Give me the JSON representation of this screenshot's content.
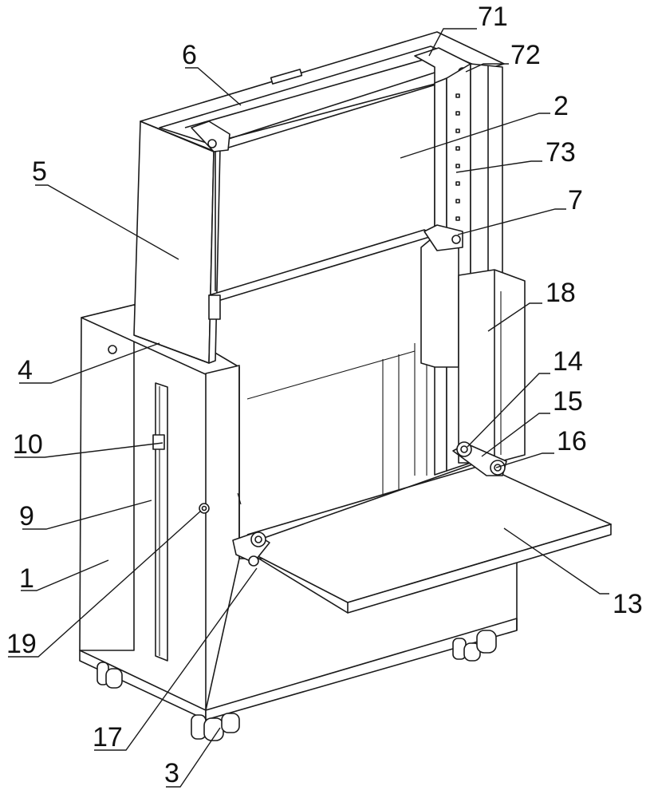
{
  "callouts": [
    {
      "id": "c71",
      "text": "71"
    },
    {
      "id": "c72",
      "text": "72"
    },
    {
      "id": "c6",
      "text": "6"
    },
    {
      "id": "c2",
      "text": "2"
    },
    {
      "id": "c73",
      "text": "73"
    },
    {
      "id": "c5",
      "text": "5"
    },
    {
      "id": "c7",
      "text": "7"
    },
    {
      "id": "c18",
      "text": "18"
    },
    {
      "id": "c4",
      "text": "4"
    },
    {
      "id": "c14",
      "text": "14"
    },
    {
      "id": "c15",
      "text": "15"
    },
    {
      "id": "c10",
      "text": "10"
    },
    {
      "id": "c16",
      "text": "16"
    },
    {
      "id": "c9",
      "text": "9"
    },
    {
      "id": "c1",
      "text": "1"
    },
    {
      "id": "c13",
      "text": "13"
    },
    {
      "id": "c19",
      "text": "19"
    },
    {
      "id": "c17",
      "text": "17"
    },
    {
      "id": "c3",
      "text": "3"
    }
  ]
}
